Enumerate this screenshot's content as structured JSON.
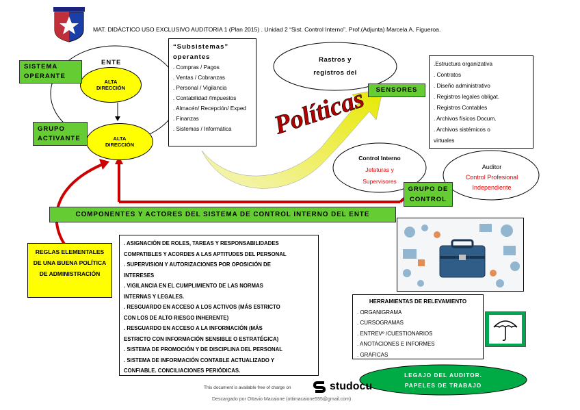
{
  "header": {
    "text": "MAT. DIDÁCTICO USO EXCLUSIVO AUDITORIA 1 (Plan 2015) . Unidad 2 “Sist. Control Interno”.  Prof.(Adjunta) Marcela A. Figueroa."
  },
  "ente": {
    "title": "ENTE",
    "alta1": "ALTA DIRECCIÓN",
    "alta2": "ALTA DIRECCIÓN"
  },
  "sistema_operante": "SISTEMA OPERANTE",
  "grupo_activante": "GRUPO ACTIVANTE",
  "subsistemas": {
    "title1": "“Subsistemas”",
    "title2": "operantes",
    "items": [
      ". Compras / Pagos",
      ". Ventas / Cobranzas",
      ". Personal / Vigilancia",
      ". Contabilidad /Impuestos",
      ". Almacén/ Recepción/ Exped",
      ". Finanzas",
      ". Sistemas / Informática"
    ]
  },
  "rastros": {
    "line1": "Rastros y",
    "line2": "registros del"
  },
  "politicas": "Políticas",
  "sensores": "SENSORES",
  "registros_list": [
    ".Estructura organizativa",
    ". Contratos",
    ". Diseño administrativo",
    ". Registros legales obligat.",
    ". Registros Contables",
    ". Archivos físicos Docum.",
    ". Archivos sistémicos o",
    "virtuales"
  ],
  "control_interno": {
    "title": "Control Interno",
    "line1": "Jefaturas y",
    "line2": "Supervisores"
  },
  "auditor": {
    "title": "Auditor",
    "line1": "Control Profesional",
    "line2": "Independiente"
  },
  "grupo_control": "GRUPO DE CONTROL",
  "componentes": "COMPONENTES Y ACTORES DEL SISTEMA DE CONTROL INTERNO DEL ENTE",
  "reglas": "REGLAS ELEMENTALES DE UNA BUENA POLÍTICA DE ADMINISTRACIÓN",
  "reglas_list": [
    ". ASIGNACIÓN DE ROLES, TAREAS Y RESPONSABILIDADES",
    "COMPATIBLES Y ACORDES A LAS APTITUDES DEL PERSONAL",
    ". SUPERVISION Y AUTORIZACIONES POR OPOSICIÓN DE",
    "INTERESES",
    ". VIGILANCIA EN EL CUMPLIMIENTO DE LAS NORMAS",
    "INTERNAS Y LEGALES.",
    ". RESGUARDO EN ACCESO A LOS ACTIVOS (MÁS ESTRICTO",
    "CON LOS DE ALTO RIESGO INHERENTE)",
    ". RESGUARDO EN ACCESO A LA INFORMACIÓN (MÁS",
    "ESTRICTO CON INFORMACIÓN SENSIBLE O ESTRATÉGICA)",
    ". SISTEMA DE PROMOCIÓN Y DE DISCIPLINA DEL PERSONAL",
    ". SISTEMA DE INFORMACIÓN CONTABLE ACTUALIZADO Y",
    "CONFIABLE. CONCILIACIONES PERIÓDICAS."
  ],
  "herramientas": {
    "title": "HERRAMIENTAS DE RELEVAMIENTO",
    "items": [
      ". ORGANIGRAMA",
      ". CURSOGRAMAS",
      ". ENTREVº /CUESTIONARIOS",
      ". ANOTACIONES E INFORMES",
      ". GRAFICAS"
    ]
  },
  "legajo": {
    "line1": "LEGAJO DEL AUDITOR.",
    "line2": "PAPELES DE TRABAJO"
  },
  "footer": {
    "available": "This document is available free of charge on",
    "brand": "studocu",
    "downloaded": "Descargado por Ottavio Macaione (ottimacaione555@gmail.com)"
  },
  "colors": {
    "green": "#66cc33",
    "yellow": "#ffff00",
    "red": "#e00000",
    "dark_red": "#b00000",
    "legajo_green": "#00aa44"
  }
}
